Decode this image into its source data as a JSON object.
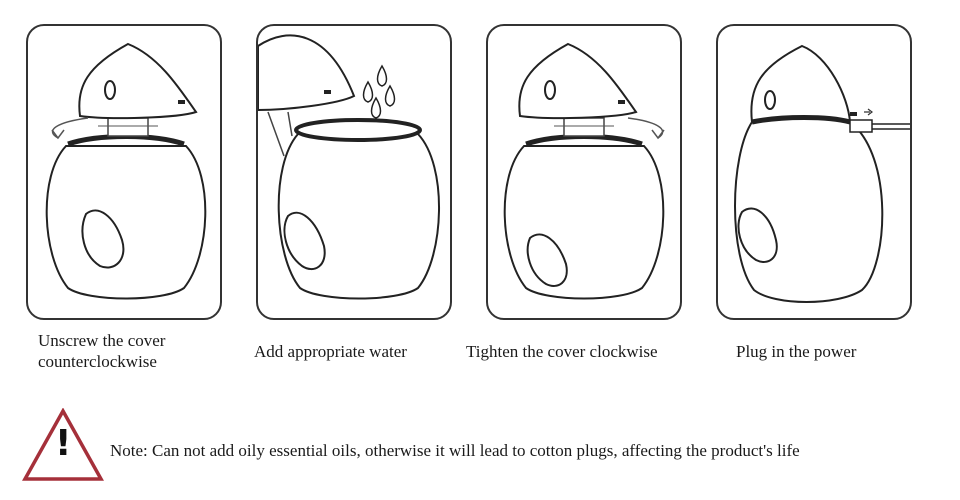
{
  "steps": [
    {
      "caption_line1": "Unscrew the cover",
      "caption_line2": "counterclockwise",
      "illustration": "unscrew-cover"
    },
    {
      "caption_line1": "Add appropriate water",
      "illustration": "add-water"
    },
    {
      "caption_line1": "Tighten the cover clockwise",
      "illustration": "tighten-cover"
    },
    {
      "caption_line1": "Plug in the power",
      "illustration": "plug-in-power"
    }
  ],
  "note": {
    "icon": "warning-triangle-icon",
    "icon_glyph": "!",
    "text": "Note: Can not add oily essential oils, otherwise it will lead to cotton plugs, affecting the product's life"
  },
  "colors": {
    "outline": "#333333",
    "warning": "#a5303a"
  }
}
